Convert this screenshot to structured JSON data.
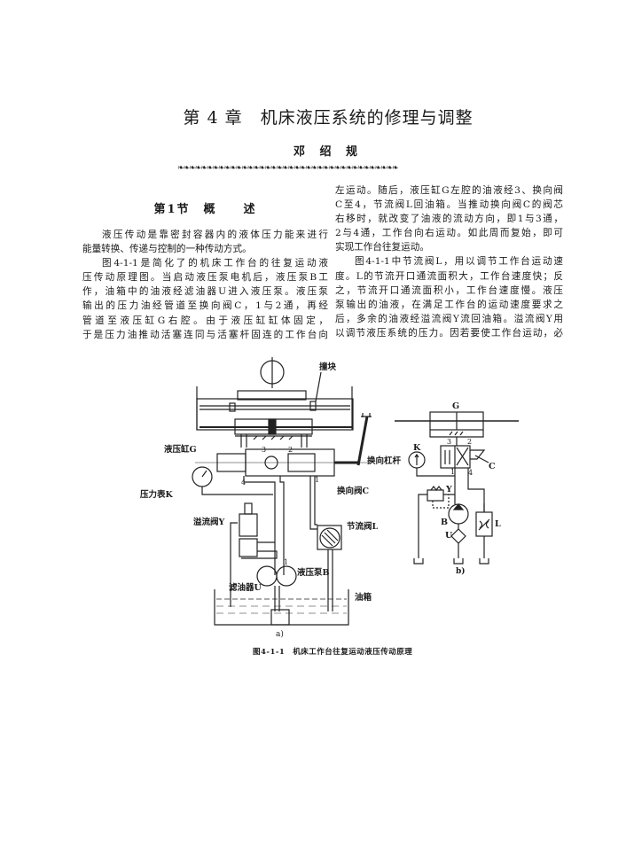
{
  "chapter_title": "第 4 章　机床液压系统的修理与调整",
  "author": "邓 绍 规",
  "ornament": "❧❧❧❧❧❧❧❧❧❧❧❧❧❧❧❧❧❧❧❧❧❧❧❧❧❧❧❧❧❧❧❧❧❧❧❧❧❧",
  "section_heading": "第1节　概　　述",
  "left_column": [
    {
      "indent": true,
      "text": "液压传动是靠密封容器内的液体压力能来进行"
    },
    {
      "indent": false,
      "last": true,
      "text": "能量转换、传递与控制的一种传动方式。"
    },
    {
      "indent": true,
      "text": "图4-1-1是简化了的机床工作台的往复运动液"
    },
    {
      "indent": false,
      "text": "压传动原理图。当启动液压泵电机后，液压泵B工"
    },
    {
      "indent": false,
      "text": "作，油箱中的油液经滤油器U进入液压泵。液压泵"
    },
    {
      "indent": false,
      "text": "输出的压力油经管道至换向阀C，1与2通，再经"
    },
    {
      "indent": false,
      "text": "管道至液压缸G右腔。由于液压缸缸体固定，"
    },
    {
      "indent": false,
      "text": "于是压力油推动活塞连同与活塞杆固连的工作台向"
    }
  ],
  "right_column": [
    {
      "indent": false,
      "text": "左运动。随后，液压缸G左腔的油液经3、换向阀"
    },
    {
      "indent": false,
      "text": "C至4，节流阀L回油箱。当推动换向阀C的阀芯"
    },
    {
      "indent": false,
      "text": "右移时，就改变了油液的流动方向，即1与3通，"
    },
    {
      "indent": false,
      "text": "2与4通，工作台向右运动。如此周而复始，即可"
    },
    {
      "indent": false,
      "last": true,
      "text": "实现工作台往复运动。"
    },
    {
      "indent": true,
      "text": "图4-1-1中节流阀L，用以调节工作台运动速"
    },
    {
      "indent": false,
      "text": "度。L的节流开口通流面积大，工作台速度快；反"
    },
    {
      "indent": false,
      "text": "之，节流开口通流面积小，工作台速度慢。液压"
    },
    {
      "indent": false,
      "text": "泵输出的油液，在满足工作台的运动速度要求之"
    },
    {
      "indent": false,
      "text": "后，多余的油液经溢流阀Y流回油箱。溢流阀Y用"
    },
    {
      "indent": false,
      "text": "以调节液压系统的压力。因若要使工作台运动，必"
    }
  ],
  "figure": {
    "a": {
      "sublabel": "a)",
      "labels": {
        "dog": "撞块",
        "cylinder": "液压缸G",
        "lever": "换向杠杆",
        "valve": "换向阀C",
        "gauge": "压力表K",
        "relief": "溢流阀Y",
        "throttle": "节流阀L",
        "pump": "液压泵B",
        "filter": "滤油器U",
        "tank": "油箱"
      },
      "ports": {
        "p1": "1",
        "p2": "2",
        "p3": "3",
        "p4": "4",
        "pump_port": "1"
      }
    },
    "b": {
      "sublabel": "b)",
      "labels": {
        "G": "G",
        "K": "K",
        "C": "C",
        "Y": "Y",
        "B": "B",
        "U": "U",
        "L": "L"
      },
      "ports": {
        "p1": "1",
        "p2": "2",
        "p3": "3",
        "p4": "4"
      }
    },
    "caption": "图4-1-1　机床工作台往复运动液压传动原理"
  }
}
